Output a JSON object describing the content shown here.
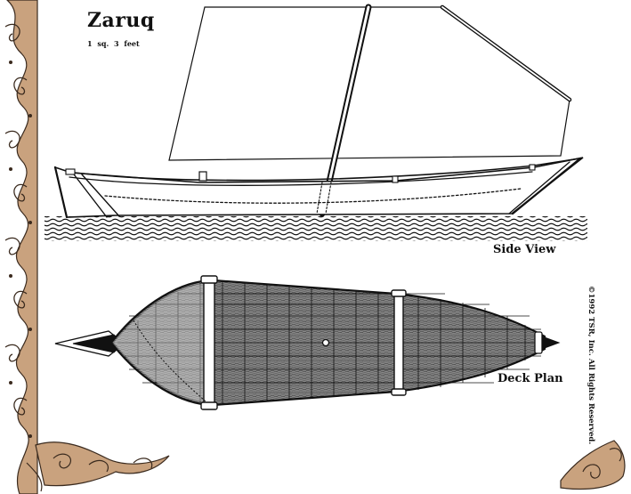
{
  "title": "Zaruq",
  "scale": "1 sq.   3 feet",
  "labels": {
    "side_view": "Side View",
    "deck_plan": "Deck Plan"
  },
  "copyright": "©1992 TSR, Inc. All Rights Reserved.",
  "colors": {
    "ink": "#111111",
    "border_fill": "#c9a27e",
    "border_ink": "#3a2a1e",
    "paper": "#ffffff",
    "deck_fill": "#6f6f6f"
  },
  "icons": [
    "vine-border-left",
    "vine-ornament-bottom-left",
    "vine-ornament-bottom-right"
  ]
}
